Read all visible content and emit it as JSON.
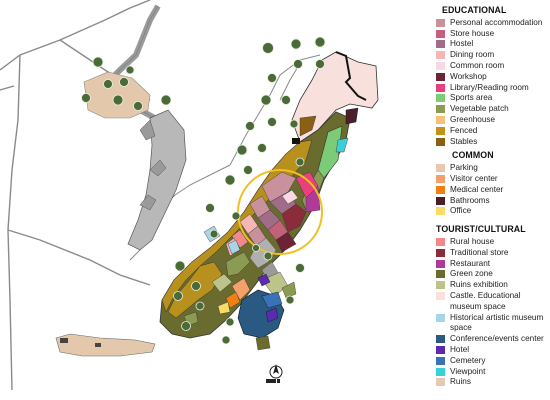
{
  "legend": {
    "sections": [
      {
        "title": "EDUCATIONAL",
        "items": [
          {
            "label": "Personal accommodation",
            "color": "#c8919b"
          },
          {
            "label": "Store house",
            "color": "#c3607a"
          },
          {
            "label": "Hostel",
            "color": "#a06c88"
          },
          {
            "label": "Dining room",
            "color": "#f6b6b6"
          },
          {
            "label": "Common room",
            "color": "#f8d8e4"
          },
          {
            "label": "Workshop",
            "color": "#6a2434"
          },
          {
            "label": "Library/Reading room",
            "color": "#e8407a"
          },
          {
            "label": "Sports area",
            "color": "#7ccb76"
          },
          {
            "label": "Vegetable patch",
            "color": "#8c9b52"
          },
          {
            "label": "Greenhouse",
            "color": "#f6c07a"
          },
          {
            "label": "Fenced",
            "color": "#c2921a"
          },
          {
            "label": "Stables",
            "color": "#8a5f16"
          }
        ]
      },
      {
        "title": "COMMON",
        "items": [
          {
            "label": "Parking",
            "color": "#e8c8b0"
          },
          {
            "label": "Visitor center",
            "color": "#f4a06a"
          },
          {
            "label": "Medical center",
            "color": "#f08010"
          },
          {
            "label": "Bathrooms",
            "color": "#4a1f2a"
          },
          {
            "label": "Office",
            "color": "#f8dc64"
          }
        ]
      },
      {
        "title": "TOURIST/CULTURAL",
        "items": [
          {
            "label": "Rural house",
            "color": "#f0888c"
          },
          {
            "label": "Traditional store",
            "color": "#8a2c3a"
          },
          {
            "label": "Restaurant",
            "color": "#b03a9a"
          },
          {
            "label": "Green zone",
            "color": "#6a6b2e"
          },
          {
            "label": "Ruins exhibition",
            "color": "#bcc48a"
          },
          {
            "label": "Castle. Educational museum space",
            "color": "#f8e0dc"
          },
          {
            "label": "Historical artistic museum space",
            "color": "#a8d4e8"
          },
          {
            "label": "Conference/events center",
            "color": "#2a5a82"
          },
          {
            "label": "Hotel",
            "color": "#5a2ab0"
          },
          {
            "label": "Cemetery",
            "color": "#3a72b8"
          },
          {
            "label": "Viewpoint",
            "color": "#3ad0d8"
          },
          {
            "label": "Ruins",
            "color": "#e8c8b0"
          }
        ]
      }
    ]
  },
  "map": {
    "north_icon": "north-arrow-icon",
    "highlight_color": "#f0c020",
    "road_color": "#9a9a9a",
    "tree_color": "#4a6a38"
  }
}
